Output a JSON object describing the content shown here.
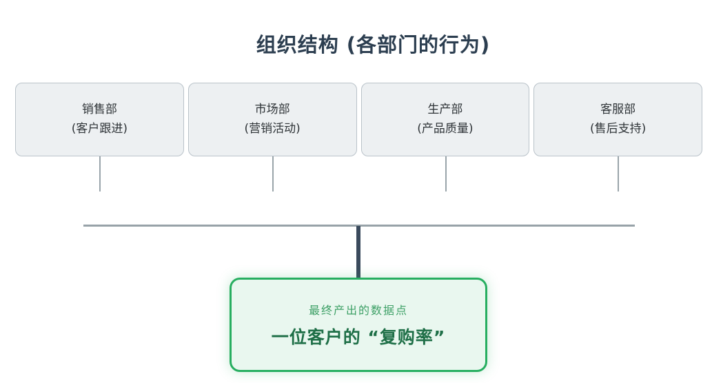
{
  "title": "组织结构 (各部门的行为)",
  "departments": [
    {
      "name": "销售部",
      "behavior": "(客户跟进)"
    },
    {
      "name": "市场部",
      "behavior": "(营销活动)"
    },
    {
      "name": "生产部",
      "behavior": "(产品质量)"
    },
    {
      "name": "客服部",
      "behavior": "(售后支持)"
    }
  ],
  "output": {
    "label": "最终产出的数据点",
    "value": "一位客户的 “复购率”"
  },
  "colors": {
    "title_text": "#2c3e50",
    "dept_box_fill": "#edf0f2",
    "dept_box_border": "#b9c2c9",
    "dept_text": "#2e3337",
    "connector_gray": "#97a2a8",
    "trunk_dark": "#3a4a5c",
    "output_border": "#27ae60",
    "output_fill": "#e9f7ef",
    "output_label_text": "#3da066",
    "output_value_text": "#1e6f47"
  }
}
